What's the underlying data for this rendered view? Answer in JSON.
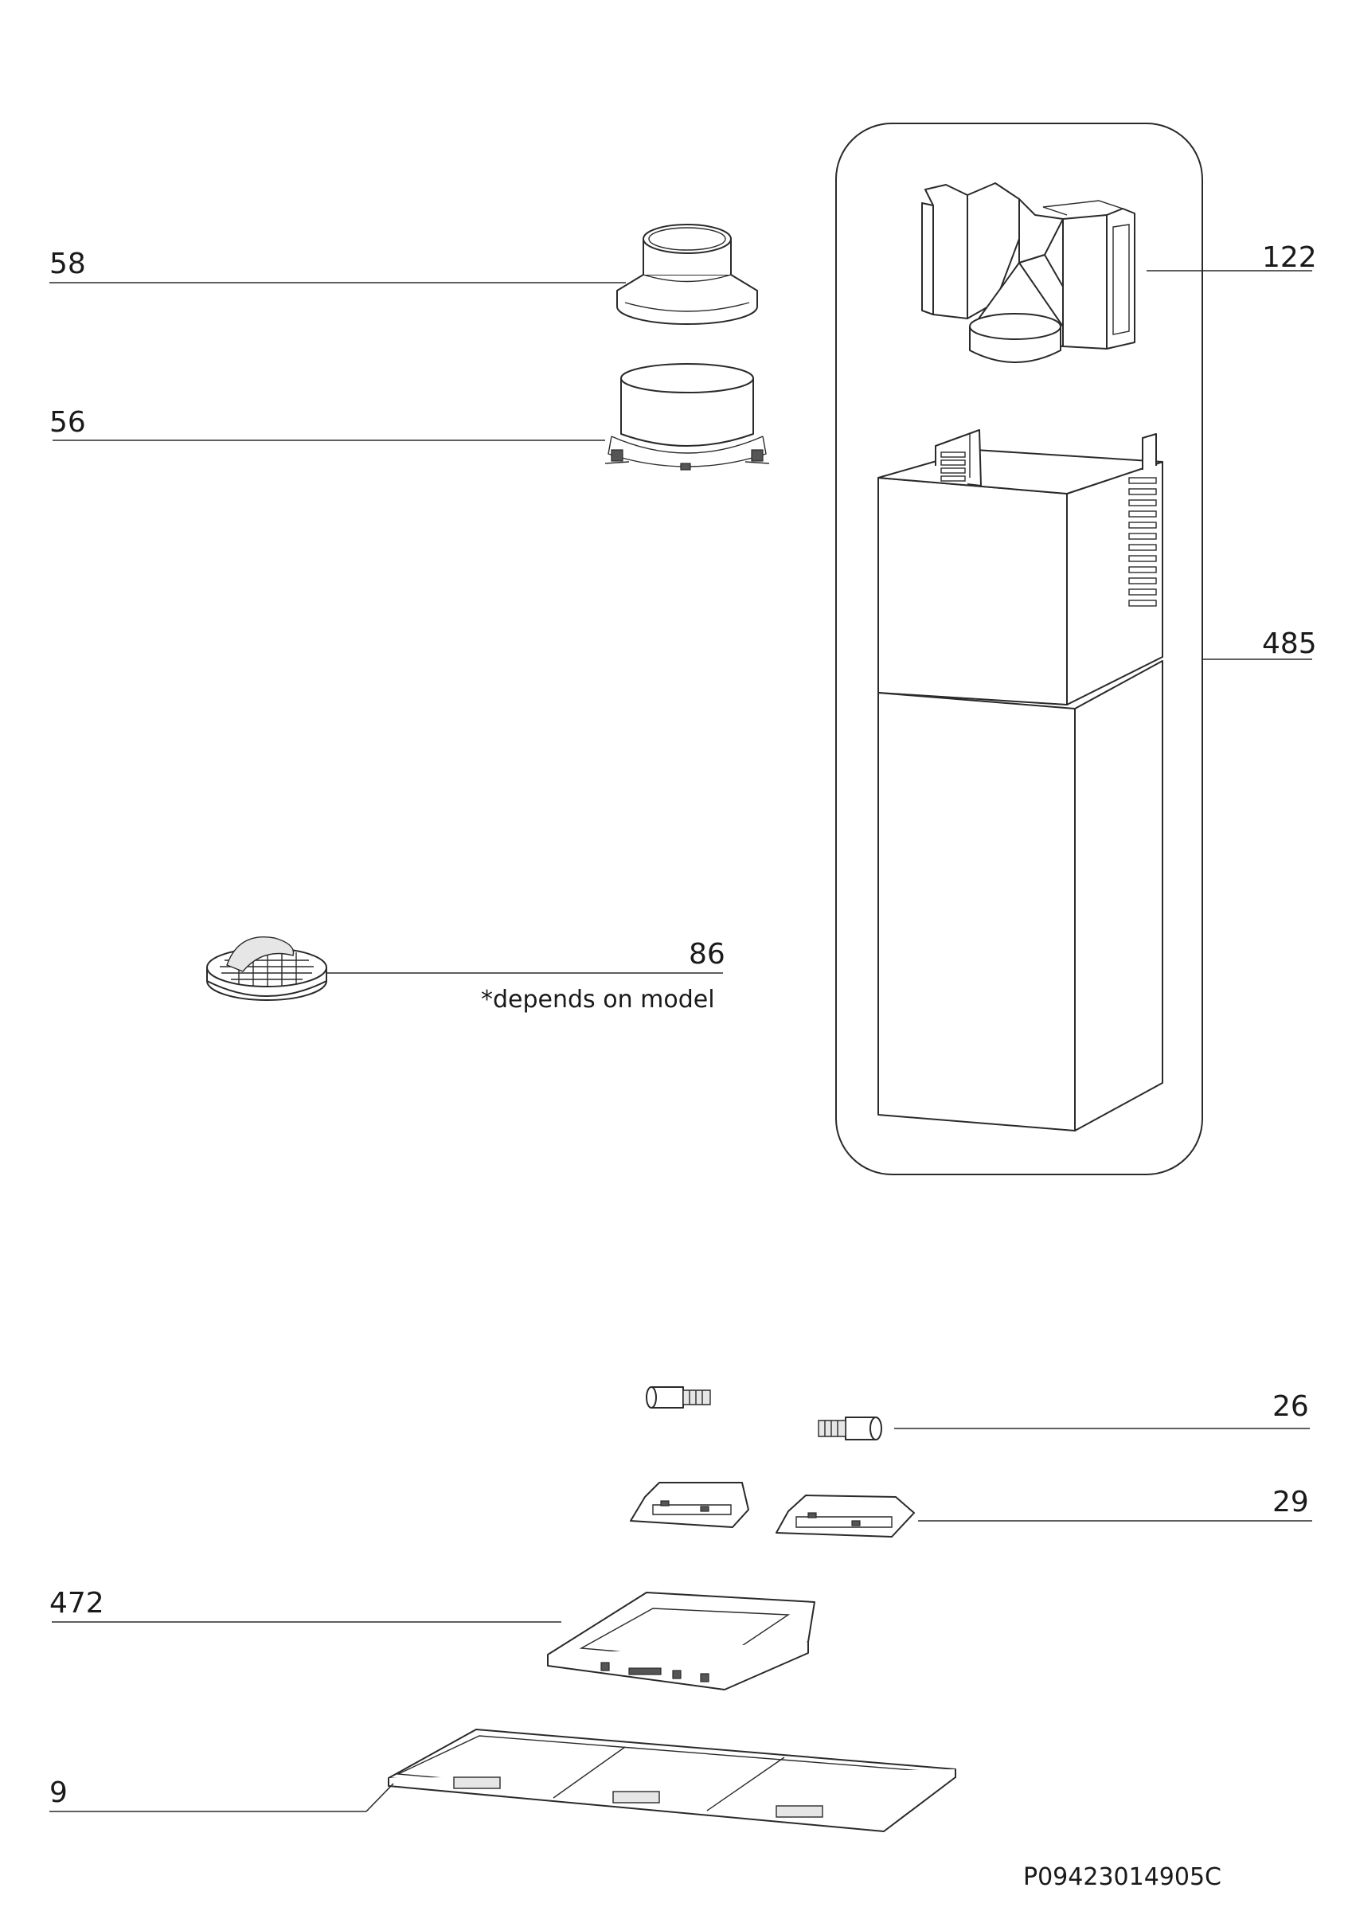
{
  "parts": [
    {
      "number": "58"
    },
    {
      "number": "56"
    },
    {
      "number": "86",
      "note": "*depends on model"
    },
    {
      "number": "122"
    },
    {
      "number": "485"
    },
    {
      "number": "26"
    },
    {
      "number": "29"
    },
    {
      "number": "472"
    },
    {
      "number": "9"
    }
  ],
  "document_code": "P09423014905C"
}
